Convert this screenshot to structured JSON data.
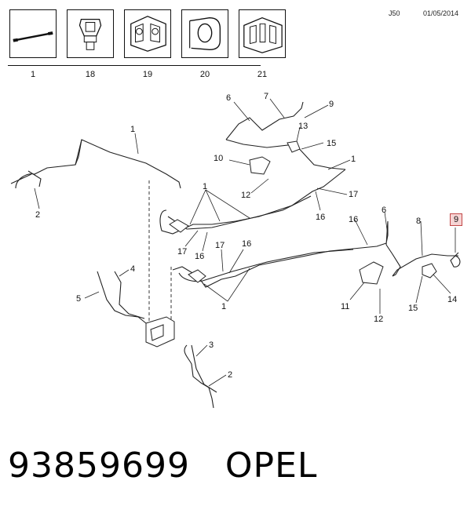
{
  "header": {
    "code": "J50",
    "date": "01/05/2014"
  },
  "legend": [
    {
      "label": "1",
      "icon": "brake-pipe-icon"
    },
    {
      "label": "18",
      "icon": "pipe-clip-single-icon"
    },
    {
      "label": "19",
      "icon": "pipe-clip-double-icon"
    },
    {
      "label": "20",
      "icon": "pipe-sleeve-icon"
    },
    {
      "label": "21",
      "icon": "pipe-clip-triple-icon"
    }
  ],
  "callouts": [
    {
      "label": "1",
      "id": "c1a"
    },
    {
      "label": "2",
      "id": "c2a"
    },
    {
      "label": "1",
      "id": "c1b"
    },
    {
      "label": "17",
      "id": "c17a"
    },
    {
      "label": "16",
      "id": "c16a"
    },
    {
      "label": "17",
      "id": "c17b"
    },
    {
      "label": "16",
      "id": "c16b"
    },
    {
      "label": "1",
      "id": "c1c"
    },
    {
      "label": "4",
      "id": "c4"
    },
    {
      "label": "5",
      "id": "c5"
    },
    {
      "label": "3",
      "id": "c3"
    },
    {
      "label": "2",
      "id": "c2b"
    },
    {
      "label": "6",
      "id": "c6a"
    },
    {
      "label": "7",
      "id": "c7"
    },
    {
      "label": "9",
      "id": "c9a"
    },
    {
      "label": "13",
      "id": "c13"
    },
    {
      "label": "15",
      "id": "c15a"
    },
    {
      "label": "10",
      "id": "c10"
    },
    {
      "label": "12",
      "id": "c12a"
    },
    {
      "label": "1",
      "id": "c1d"
    },
    {
      "label": "17",
      "id": "c17c"
    },
    {
      "label": "16",
      "id": "c16c"
    },
    {
      "label": "16",
      "id": "c16d"
    },
    {
      "label": "6",
      "id": "c6b"
    },
    {
      "label": "8",
      "id": "c8"
    },
    {
      "label": "11",
      "id": "c11"
    },
    {
      "label": "12",
      "id": "c12b"
    },
    {
      "label": "15",
      "id": "c15b"
    },
    {
      "label": "14",
      "id": "c14"
    }
  ],
  "highlight": {
    "label": "9",
    "color": "#c24848"
  },
  "footer": {
    "part_number": "93859699",
    "brand": "OPEL"
  }
}
